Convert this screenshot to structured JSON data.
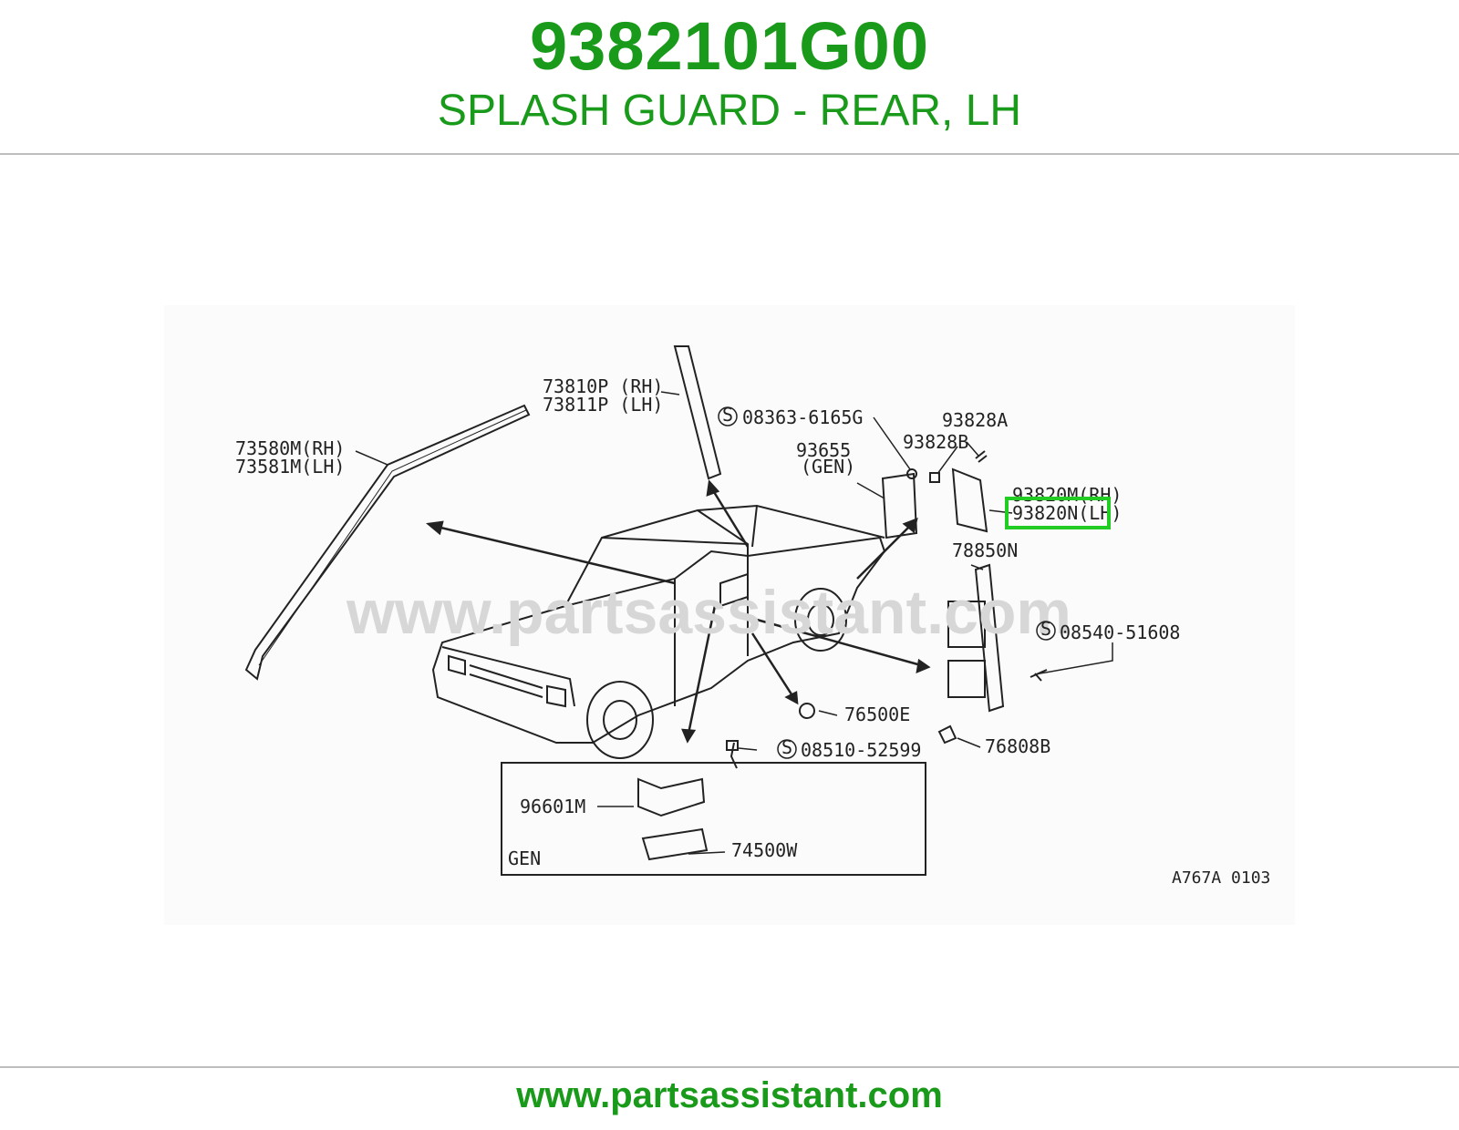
{
  "header": {
    "part_number": "9382101G00",
    "description": "SPLASH GUARD - REAR, LH"
  },
  "diagram": {
    "watermark": "www.partsassistant.com",
    "diagram_code": "A767A 0103",
    "box_label": "GEN",
    "highlight_color": "#22cc22",
    "callouts": {
      "c73810p": "73810P (RH)",
      "c73811p": "73811P (LH)",
      "c73580m": "73580M(RH)",
      "c73581m": "73581M(LH)",
      "c08363": "08363-6165G",
      "c93828a": "93828A",
      "c93828b": "93828B",
      "c93655": "93655",
      "c93655gen": "(GEN)",
      "c93820m": "93820M(RH)",
      "c93820n": "93820N(LH)",
      "c78850n": "78850N",
      "c08540": "08540-51608",
      "c76500e": "76500E",
      "c76808b": "76808B",
      "c08510": "08510-52599",
      "c96601m": "96601M",
      "c74500w": "74500W"
    },
    "screw_symbol": "S"
  },
  "footer": {
    "url": "www.partsassistant.com"
  }
}
